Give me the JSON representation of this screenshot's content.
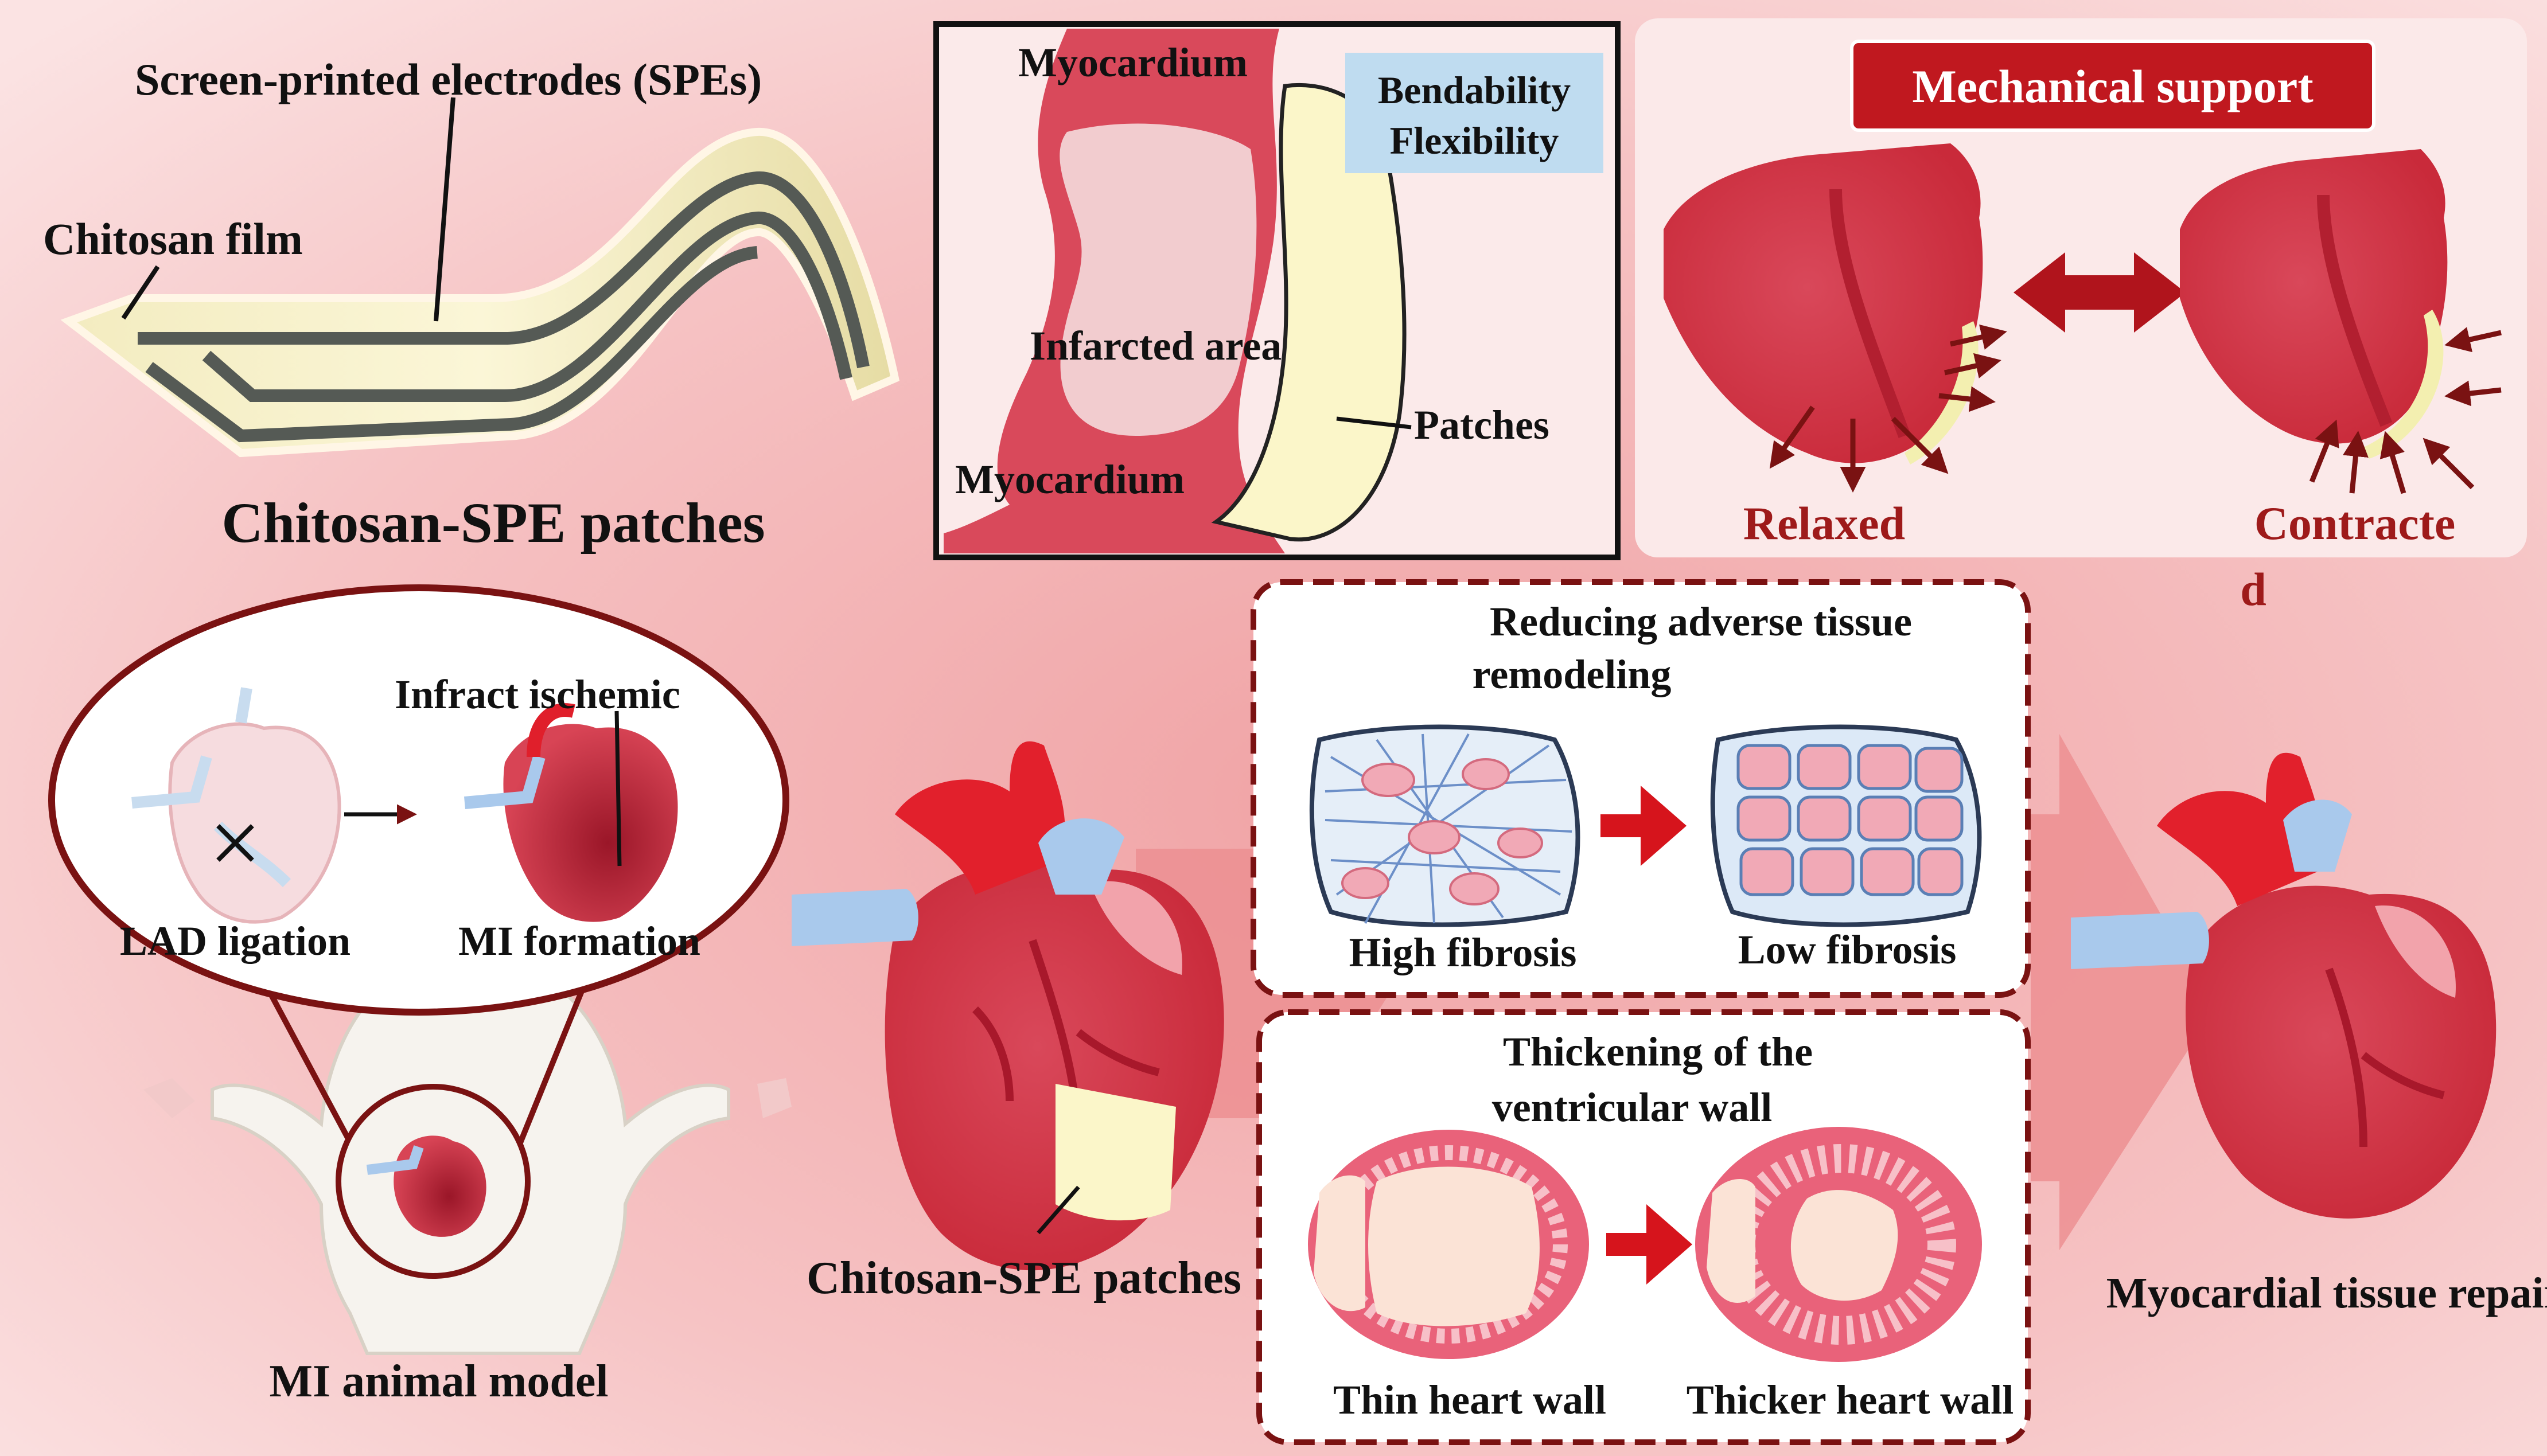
{
  "patch_panel": {
    "spe_label": "Screen-printed electrodes (SPEs)",
    "film_label": "Chitosan film",
    "caption": "Chitosan-SPE patches"
  },
  "infarct_panel": {
    "myocardium_top": "Myocardium",
    "bendability": "Bendability",
    "flexibility": "Flexibility",
    "infarcted_area": "Infarcted area",
    "patches": "Patches",
    "myocardium_bottom": "Myocardium"
  },
  "mechanical_panel": {
    "title": "Mechanical support",
    "relaxed": "Relaxed",
    "contracted_line1": "Contracte",
    "contracted_line2": "d"
  },
  "model_panel": {
    "infract_ischemic": "Infract ischemic",
    "lad_ligation": "LAD ligation",
    "mi_formation": "MI formation",
    "caption": "MI animal model"
  },
  "center": {
    "caption": "Chitosan-SPE patches"
  },
  "fibrosis_panel": {
    "title_line1": "Reducing adverse tissue",
    "title_line2": "remodeling",
    "high": "High fibrosis",
    "low": "Low fibrosis"
  },
  "wall_panel": {
    "title_line1": "Thickening  of  the",
    "title_line2": "ventricular wall",
    "thin": "Thin heart wall",
    "thick": "Thicker heart wall"
  },
  "outcome": {
    "caption": "Myocardial tissue repair"
  },
  "colors": {
    "accent_red": "#c0181f",
    "dark_red": "#7a1212",
    "pink_bg": "#f6c4c4",
    "patch_yellow": "#fdf6c8",
    "vessel_blue": "#a9c9ec"
  }
}
